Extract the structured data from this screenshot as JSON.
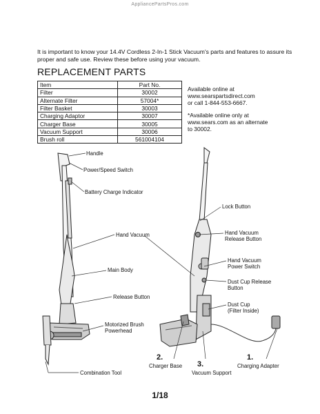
{
  "watermark": "AppliancePartsPros.com",
  "intro": "It is important to know your 14.4V Cordless 2-In-1 Stick Vacuum's parts and features to assure its proper and safe use. Review these before using your vacuum.",
  "heading": "REPLACEMENT PARTS",
  "table": {
    "headers": [
      "Item",
      "Part No."
    ],
    "rows": [
      [
        "Filter",
        "30002"
      ],
      [
        "Alternate Filter",
        "57004*"
      ],
      [
        "Filter Basket",
        "30003"
      ],
      [
        "Charging Adaptor",
        "30007"
      ],
      [
        "Charger Base",
        "30005"
      ],
      [
        "Vacuum Support",
        "30006"
      ],
      [
        "Brush roll",
        "561004104"
      ]
    ]
  },
  "availability": {
    "line1": "Available online at",
    "line2": "www.searspartsdirect.com",
    "line3": "or call 1-844-553-6667.",
    "alt1": "*Available online only at",
    "alt2": "www.sears.com as an alternate",
    "alt3": "to 30002."
  },
  "labels": {
    "handle": "Handle",
    "power_speed_switch": "Power/Speed Switch",
    "battery_charge_indicator": "Battery Charge Indicator",
    "hand_vacuum_left": "Hand Vacuum",
    "main_body": "Main Body",
    "release_button": "Release Button",
    "motorized_brush_1": "Motorized Brush",
    "motorized_brush_2": "Powerhead",
    "combination_tool": "Combination Tool",
    "lock_button": "Lock Button",
    "hv_release_1": "Hand Vacuum",
    "hv_release_2": "Release Button",
    "hv_power_1": "Hand Vacuum",
    "hv_power_2": "Power Switch",
    "dust_release_1": "Dust Cup Release",
    "dust_release_2": "Button",
    "dust_cup_1": "Dust Cup",
    "dust_cup_2": "(Filter Inside)",
    "charger_base": "Charger Base",
    "vacuum_support": "Vacuum Support",
    "charging_adapter": "Charging Adapter"
  },
  "callout_numbers": {
    "n1": "1.",
    "n2": "2.",
    "n3": "3."
  },
  "page_number": "1/18"
}
